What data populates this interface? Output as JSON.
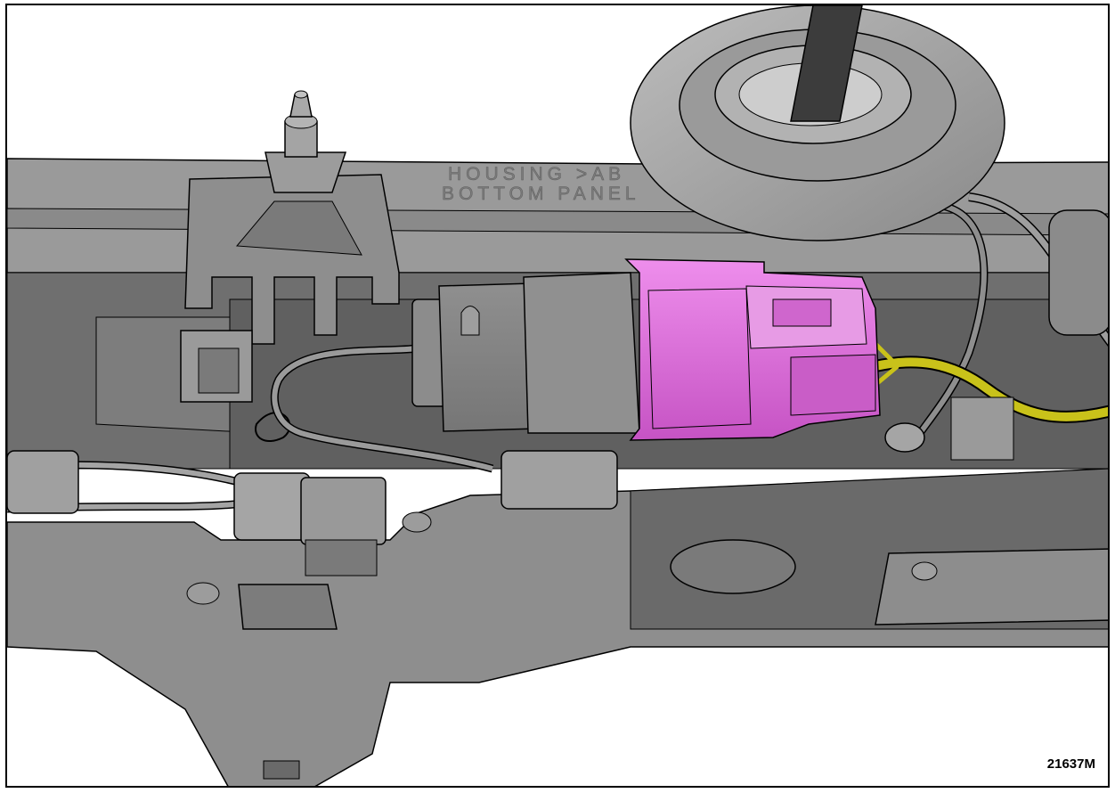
{
  "figure": {
    "id": "21637M",
    "embossed_text": [
      "HOUSING >AB",
      "BOTTOM PANEL"
    ]
  },
  "colors": {
    "connector_highlight": "#d866d6",
    "wire_yellow": "#c9c21a",
    "housing_gray": "#8e8e8e",
    "outline": "#000000"
  }
}
